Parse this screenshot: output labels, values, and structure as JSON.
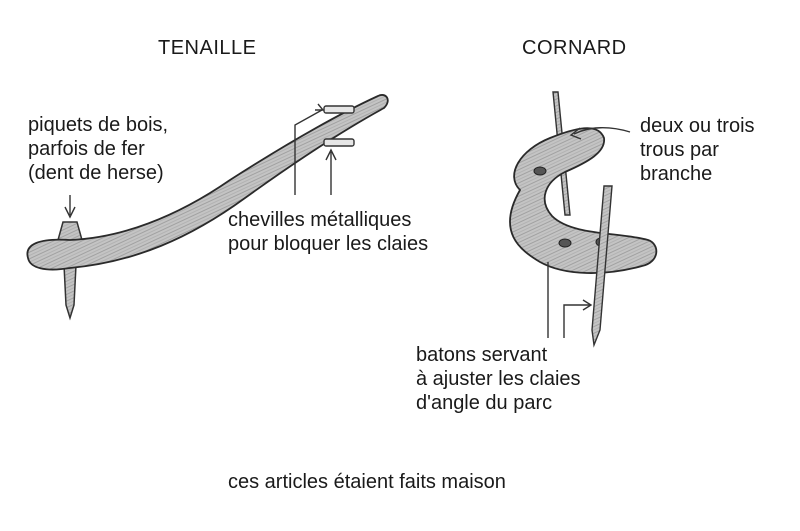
{
  "tenaille": {
    "title": "TENAILLE",
    "piquets_lines": [
      "piquets de bois,",
      "parfois de fer",
      "(dent de herse)"
    ],
    "chevilles_lines": [
      "chevilles métalliques",
      "pour bloquer les claies"
    ]
  },
  "cornard": {
    "title": "CORNARD",
    "trous_lines": [
      "deux ou trois",
      "trous par",
      "branche"
    ],
    "batons_lines": [
      "batons servant",
      "à ajuster les claies",
      "d'angle du parc"
    ]
  },
  "footer": {
    "note": "ces articles étaient faits maison"
  },
  "colors": {
    "ink": "#1a1a1a",
    "wood": "#bdbdbd",
    "background": "#ffffff"
  }
}
